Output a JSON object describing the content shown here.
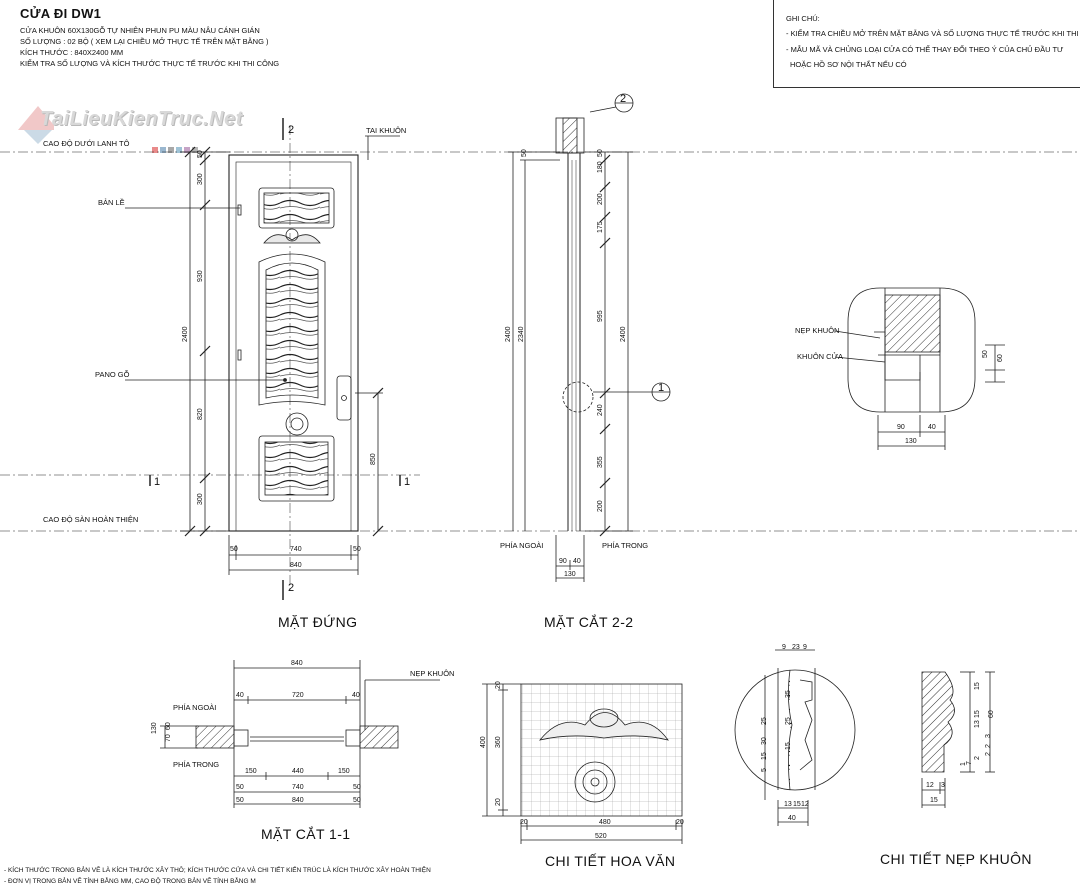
{
  "header": {
    "title": "CỬA ĐI DW1",
    "lines": [
      "CỬA KHUÔN 60X130GỖ TỰ NHIÊN PHUN PU MÀU NÂU CÁNH GIÁN",
      "SỐ LƯỢNG : 02 BỘ ( XEM LẠI CHIỀU MỞ THỰC TẾ TRÊN MẶT BẰNG )",
      "KÍCH THƯỚC : 840X2400 MM",
      "KIỂM TRA SỐ LƯỢNG VÀ KÍCH THƯỚC THỰC TẾ TRƯỚC KHI THI CÔNG"
    ]
  },
  "notes": {
    "heading": "GHI CHÚ:",
    "lines": [
      "- KIỂM TRA CHIỀU MỞ TRÊN MẶT BẰNG VÀ SỐ LƯỢNG THỰC TẾ  TRƯỚC KHI THI CÔNG",
      "- MẪU MÃ VÀ CHỦNG LOẠI CỬA CÓ THỂ THAY ĐỔI THEO Ý CỦA CHỦ ĐẦU TƯ",
      "  HOẶC HỒ SƠ NỘI THẤT NẾU CÓ"
    ]
  },
  "watermark": {
    "text": "TaiLieuKienTruc.Net",
    "swatch_colors": [
      "#e98a8a",
      "#9ab7cf",
      "#a8a8a8",
      "#9fc3d6",
      "#c6a3c6",
      "#b5b5b5"
    ]
  },
  "labels": {
    "cao_do_lanh_to": "CAO ĐỘ DƯỚI LANH TÔ",
    "cao_do_san": "CAO ĐỘ SÀN HOÀN THIỆN",
    "ban_le": "BẢN LỀ",
    "pano_go": "PANO GỖ",
    "tai_khuon": "TAI KHUÔN",
    "phia_ngoai": "PHÍA NGOÀI",
    "phia_trong": "PHÍA TRONG",
    "nep_khuon": "NẸP KHUÔN",
    "khuon_cua": "KHUÔN CỬA"
  },
  "views": {
    "mat_dung": "MẶT ĐỨNG",
    "mat_cat_22": "MẶT CẮT 2-2",
    "mat_cat_11": "MẶT CẮT 1-1",
    "chi_tiet_hoa_van": "CHI TIẾT HOA VĂN",
    "chi_tiet_nep_khuon": "CHI TIẾT NẸP KHUÔN"
  },
  "markers": {
    "sec1": "1",
    "sec2": "2"
  },
  "dims": {
    "elev_left": [
      "50",
      "300",
      "930",
      "820",
      "300"
    ],
    "elev_total": "2400",
    "elev_handle": "850",
    "elev_bottom": [
      "50",
      "740",
      "50"
    ],
    "elev_bottom_total": "840",
    "s22_right": [
      "50",
      "180",
      "200",
      "175",
      "995",
      "240",
      "355",
      "200"
    ],
    "s22_left_outer": "2400",
    "s22_left_inner": "2340",
    "s22_right_total": "2400",
    "s22_top_left": "50",
    "s22_bottom": [
      "90",
      "40"
    ],
    "s22_bottom_total": "130",
    "det1": [
      "50",
      "60"
    ],
    "det1_bottom": [
      "90",
      "40"
    ],
    "det1_bottom_total": "130",
    "s11_top": "840",
    "s11_mid": [
      "40",
      "720",
      "40"
    ],
    "s11_vert": [
      "130",
      "60",
      "70"
    ],
    "s11_low": [
      "150",
      "440",
      "150"
    ],
    "s11_740": "740",
    "s11_840": "840",
    "s11_edges": [
      "50",
      "50",
      "50",
      "50"
    ],
    "hv_left": [
      "20",
      "360",
      "20"
    ],
    "hv_total": "400",
    "hv_bottom": [
      "20",
      "480",
      "20"
    ],
    "hv_bottom_total": "520",
    "nk_top": [
      "9",
      "23",
      "9"
    ],
    "nk_vert": [
      "35",
      "25",
      "15",
      "30",
      "25",
      "15",
      "5"
    ],
    "nk_bottom": [
      "13",
      "15",
      "12"
    ],
    "nk_bottom_total": "40",
    "np_right": [
      "15",
      "15",
      "13",
      "3",
      "2",
      "2",
      "2",
      "7",
      "1"
    ],
    "np_total": "60",
    "np_bottom": [
      "12",
      "3"
    ],
    "np_bottom_total": "15"
  },
  "footer": [
    "- KÍCH THƯỚC TRONG BẢN VẼ LÀ KÍCH THƯỚC XÂY THÔ;  KÍCH THƯỚC CỬA VÀ CHI TIẾT KIẾN TRÚC LÀ KÍCH THƯỚC XÂY HOÀN THIỆN",
    "- ĐƠN VỊ TRONG BẢN VẼ TÍNH BẰNG MM, CAO ĐỘ TRONG BẢN VẼ TÍNH BẰNG M"
  ]
}
